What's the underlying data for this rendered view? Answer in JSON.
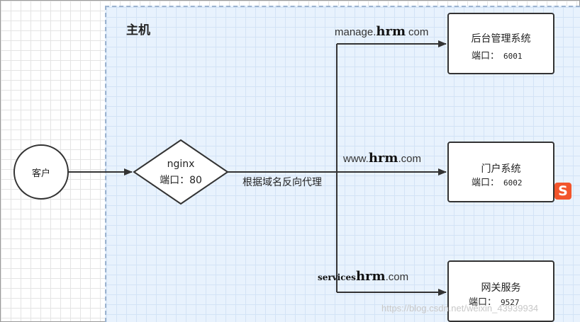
{
  "host": {
    "title": "主机"
  },
  "client": {
    "label": "客户"
  },
  "nginx": {
    "name": "nginx",
    "port_text": "端口：80"
  },
  "edge_label": "根据域名反向代理",
  "routes": [
    {
      "prefix": "manage.",
      "bold": "hrm",
      "suffix": "com"
    },
    {
      "prefix": "www.",
      "bold": "hrm",
      "suffix": ".com"
    },
    {
      "prefix": "services",
      "bold": "hrm",
      "suffix": ".com"
    }
  ],
  "systems": [
    {
      "title": "后台管理系统",
      "port_label": "端口：",
      "port": "6001"
    },
    {
      "title": "门户系统",
      "port_label": "端口：",
      "port": "6002"
    },
    {
      "title": "网关服务",
      "port_label": "端口：",
      "port": "9527"
    }
  ],
  "watermark": "https://blog.csdn.net/weixin_43939934",
  "logo": {
    "letter": "S",
    "color": "#f2552c"
  },
  "colors": {
    "host_fill": "#e8f2fd",
    "stroke": "#333333"
  }
}
